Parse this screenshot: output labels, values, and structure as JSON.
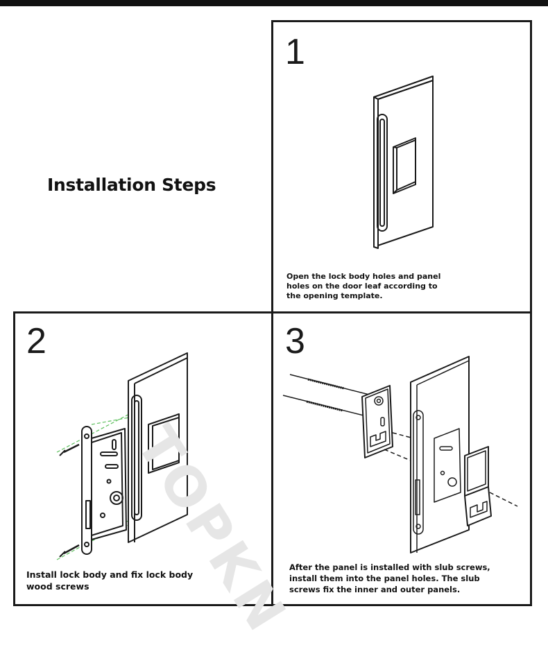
{
  "page": {
    "title": "Installation Steps",
    "watermark": "TOPKN"
  },
  "steps": [
    {
      "number": "1",
      "lines": [
        "Open the lock body holes and panel",
        "holes on the door leaf according to",
        "the opening template."
      ]
    },
    {
      "number": "2",
      "lines": [
        "Install lock body and fix lock body",
        "wood screws"
      ]
    },
    {
      "number": "3",
      "lines": [
        "After the panel is installed with slub screws,",
        "install them into the panel holes. The slub",
        "screws fix the inner and outer panels."
      ]
    }
  ],
  "colors": {
    "line": "#1a1a1a",
    "guide_green": "#5cbf5c",
    "watermark": "#e6e6e6"
  }
}
